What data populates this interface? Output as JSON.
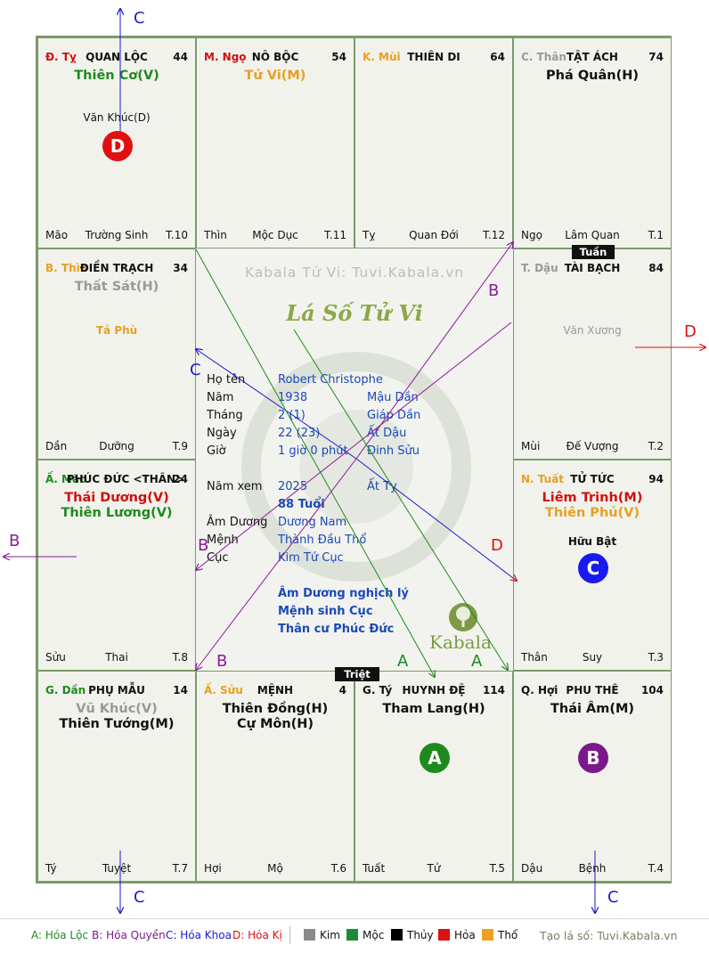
{
  "palace": [
    {
      "branch": "Đ. Tỵ",
      "branch_color": "#d01010",
      "house": "QUAN LỘC",
      "num": "44",
      "stars": [
        {
          "t": "Thiên Cơ(V)",
          "c": "#1e8a1e"
        }
      ],
      "minors": [
        {
          "t": "Văn Khúc(D)",
          "c": "#111"
        }
      ],
      "foot_l": "Mão",
      "foot_c": "Trường Sinh",
      "foot_r": "T.10"
    },
    {
      "branch": "M. Ngọ",
      "branch_color": "#d01010",
      "house": "NÔ BỘC",
      "num": "54",
      "stars": [
        {
          "t": "Tử Vi(M)",
          "c": "#e8a020"
        }
      ],
      "minors": [],
      "foot_l": "Thìn",
      "foot_c": "Mộc Dục",
      "foot_r": "T.11"
    },
    {
      "branch": "K. Mùi",
      "branch_color": "#e8a020",
      "house": "THIÊN DI",
      "num": "64",
      "stars": [],
      "minors": [],
      "foot_l": "Tỵ",
      "foot_c": "Quan Đới",
      "foot_r": "T.12"
    },
    {
      "branch": "C. Thân",
      "branch_color": "#999999",
      "house": "TẬT ÁCH",
      "num": "74",
      "stars": [
        {
          "t": "Phá Quân(H)",
          "c": "#111"
        }
      ],
      "minors": [],
      "foot_l": "Ngọ",
      "foot_c": "Lâm Quan",
      "foot_r": "T.1"
    },
    {
      "branch": "B. Thìn",
      "branch_color": "#e8a020",
      "house": "ĐIỀN TRẠCH",
      "num": "34",
      "stars": [
        {
          "t": "Thất Sát(H)",
          "c": "#999999"
        }
      ],
      "minors": [
        {
          "t": "Tả Phù",
          "c": "#e8a020"
        }
      ],
      "foot_l": "Dần",
      "foot_c": "Dưỡng",
      "foot_r": "T.9"
    },
    {
      "branch": "T. Dậu",
      "branch_color": "#999999",
      "house": "TÀI BẠCH",
      "num": "84",
      "stars": [],
      "minors": [
        {
          "t": "Văn Xương",
          "c": "#999999"
        }
      ],
      "foot_l": "Mùi",
      "foot_c": "Đế Vượng",
      "foot_r": "T.2"
    },
    {
      "branch": "Ấ. Mão",
      "branch_color": "#1e8a1e",
      "house": "PHÚC ĐỨC <THÂN>",
      "num": "24",
      "stars": [
        {
          "t": "Thái Dương(V)",
          "c": "#d01010"
        },
        {
          "t": "Thiên Lương(V)",
          "c": "#1e8a1e"
        }
      ],
      "minors": [],
      "foot_l": "Sửu",
      "foot_c": "Thai",
      "foot_r": "T.8"
    },
    {
      "branch": "N. Tuất",
      "branch_color": "#e8a020",
      "house": "TỬ TỨC",
      "num": "94",
      "stars": [
        {
          "t": "Liêm Trinh(M)",
          "c": "#d01010"
        },
        {
          "t": "Thiên Phủ(V)",
          "c": "#e8a020"
        }
      ],
      "minors": [
        {
          "t": "Hữu Bật",
          "c": "#111"
        }
      ],
      "foot_l": "Thân",
      "foot_c": "Suy",
      "foot_r": "T.3"
    },
    {
      "branch": "G. Dần",
      "branch_color": "#1e8a1e",
      "house": "PHỤ MẪU",
      "num": "14",
      "stars": [
        {
          "t": "Vũ Khúc(V)",
          "c": "#999999"
        },
        {
          "t": "Thiên Tướng(M)",
          "c": "#111"
        }
      ],
      "minors": [],
      "foot_l": "Tý",
      "foot_c": "Tuyệt",
      "foot_r": "T.7"
    },
    {
      "branch": "Ấ. Sửu",
      "branch_color": "#e8a020",
      "house": "MỆNH",
      "num": "4",
      "stars": [
        {
          "t": "Thiên Đồng(H)",
          "c": "#111"
        },
        {
          "t": "Cự Môn(H)",
          "c": "#111"
        }
      ],
      "minors": [],
      "foot_l": "Hợi",
      "foot_c": "Mộ",
      "foot_r": "T.6"
    },
    {
      "branch": "G. Tý",
      "branch_color": "#111111",
      "house": "HUYNH ĐỆ",
      "num": "114",
      "stars": [
        {
          "t": "Tham Lang(H)",
          "c": "#111"
        }
      ],
      "minors": [],
      "foot_l": "Tuất",
      "foot_c": "Tử",
      "foot_r": "T.5"
    },
    {
      "branch": "Q. Hợi",
      "branch_color": "#111111",
      "house": "PHU THÊ",
      "num": "104",
      "stars": [
        {
          "t": "Thái Âm(M)",
          "c": "#111"
        }
      ],
      "minors": [],
      "foot_l": "Dậu",
      "foot_c": "Bệnh",
      "foot_r": "T.4"
    }
  ],
  "badges": {
    "d": "D",
    "c": "C",
    "a": "A",
    "b": "B"
  },
  "tuan": "Tuần",
  "triet": "Triệt",
  "watermark": "Kabala Tử Vi: Tuvi.Kabala.vn",
  "chart_title": "Lá Số Tử Vi",
  "logo_text": "Kabala",
  "info": [
    {
      "k": "Họ tên",
      "v": "Robert Christophe",
      "w": ""
    },
    {
      "k": "Năm",
      "v": "1938",
      "w": "Mậu Dần"
    },
    {
      "k": "Tháng",
      "v": "2  (1)",
      "w": "Giáp Dần"
    },
    {
      "k": "Ngày",
      "v": "22  (23)",
      "w": "Ất Dậu"
    },
    {
      "k": "Giờ",
      "v": "1 giờ 0 phút",
      "w": "Đinh Sửu"
    },
    {
      "k": "Năm xem",
      "v": "2025",
      "w": "Ất Tỵ"
    },
    {
      "k": "",
      "v": "88 Tuổi",
      "w": ""
    },
    {
      "k": "Âm Dương",
      "v": "Dương Nam",
      "w": ""
    },
    {
      "k": "Mệnh",
      "v": "Thành Đầu Thổ",
      "w": ""
    },
    {
      "k": "Cục",
      "v": "Kim Tứ Cục",
      "w": ""
    }
  ],
  "notes": [
    "Âm Dương nghịch lý",
    "Mệnh sinh Cục",
    "Thân cư Phúc Đức"
  ],
  "dir_labels": {
    "c": "C",
    "d": "D",
    "b": "B",
    "a": "A"
  },
  "legend": {
    "a": "A: Hóa Lộc",
    "b": "B: Hóa Quyền",
    "c": "C: Hóa Khoa",
    "d": "D: Hóa Kị",
    "kim": "Kim",
    "moc": "Mộc",
    "thuy": "Thủy",
    "hoa": "Hỏa",
    "tho": "Thổ",
    "site": "Tạo lá số: Tuvi.Kabala.vn"
  },
  "colors": {
    "a": "#1e8a1e",
    "b": "#7a1a8a",
    "c": "#1a1acc",
    "d": "#e01010",
    "grid": "#7a9a6a",
    "kim": "#8a8a8a",
    "moc": "#1e8a3a",
    "thuy": "#000000",
    "hoa": "#e01010",
    "tho": "#f0a020"
  }
}
